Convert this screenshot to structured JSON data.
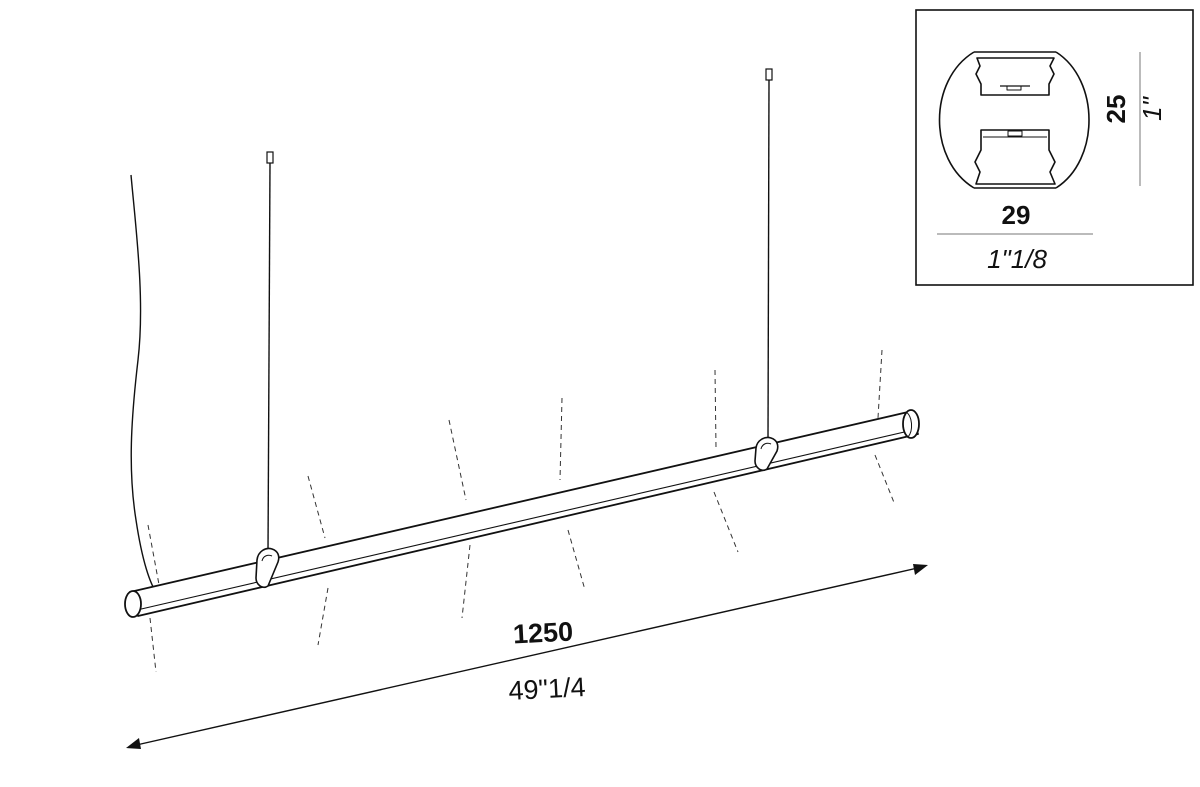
{
  "length_dimension": {
    "metric": "1250",
    "imperial": "49\"1/4"
  },
  "section_detail": {
    "width_metric": "29",
    "width_imperial": "1\"1/8",
    "height_metric": "25",
    "height_imperial": "1\""
  },
  "colors": {
    "line": "#111111",
    "background": "#ffffff"
  }
}
